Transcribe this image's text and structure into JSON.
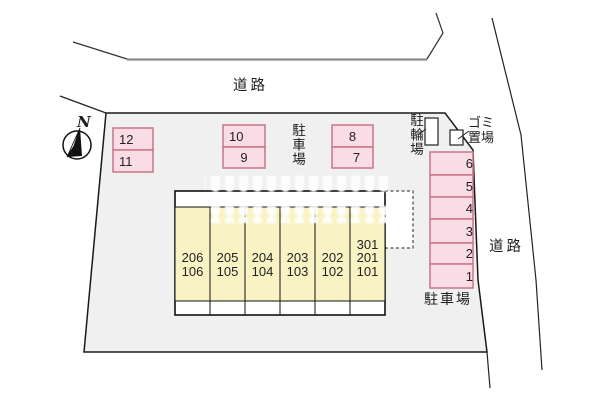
{
  "labels": {
    "road_top": "道路",
    "road_right": "道路",
    "parking_lot_top": "駐車場",
    "parking_lot_right": "駐車場",
    "bicycle_parking": "駐輪場",
    "garbage": {
      "line1": "ゴミ",
      "line2": "置場"
    },
    "north": "N"
  },
  "parking_spaces": {
    "top_row": [
      "12",
      "11",
      "10",
      "9",
      "8",
      "7"
    ],
    "right_column": [
      "6",
      "5",
      "4",
      "3",
      "2",
      "1"
    ]
  },
  "building": {
    "units": [
      {
        "lines": [
          "206",
          "106"
        ]
      },
      {
        "lines": [
          "205",
          "105"
        ]
      },
      {
        "lines": [
          "204",
          "104"
        ]
      },
      {
        "lines": [
          "203",
          "103"
        ]
      },
      {
        "lines": [
          "202",
          "102"
        ]
      },
      {
        "lines": [
          "301",
          "201",
          "101"
        ]
      }
    ]
  },
  "colors": {
    "site_fill": "#f0f0f0",
    "parking_fill": "#f9dce5",
    "parking_border": "#c97687",
    "building_fill": "#f9f3c4",
    "outline": "#1a1a1a",
    "road_line": "#8a8a8a"
  }
}
